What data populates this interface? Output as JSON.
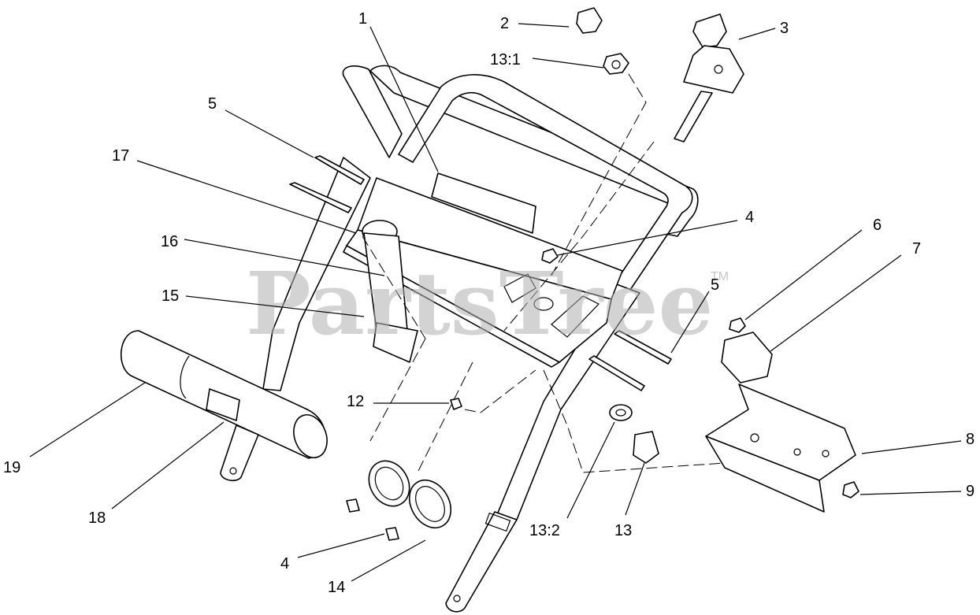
{
  "watermark": {
    "text": "PartsTree",
    "trademark": "TM"
  },
  "callouts": [
    "1",
    "2",
    "3",
    "4",
    "5",
    "6",
    "7",
    "8",
    "9",
    "12",
    "13",
    "14",
    "15",
    "16",
    "17",
    "18",
    "19",
    "13:1",
    "13:2"
  ],
  "colors": {
    "line": "#000000",
    "background": "#ffffff",
    "watermark": "#b0b0b0"
  }
}
